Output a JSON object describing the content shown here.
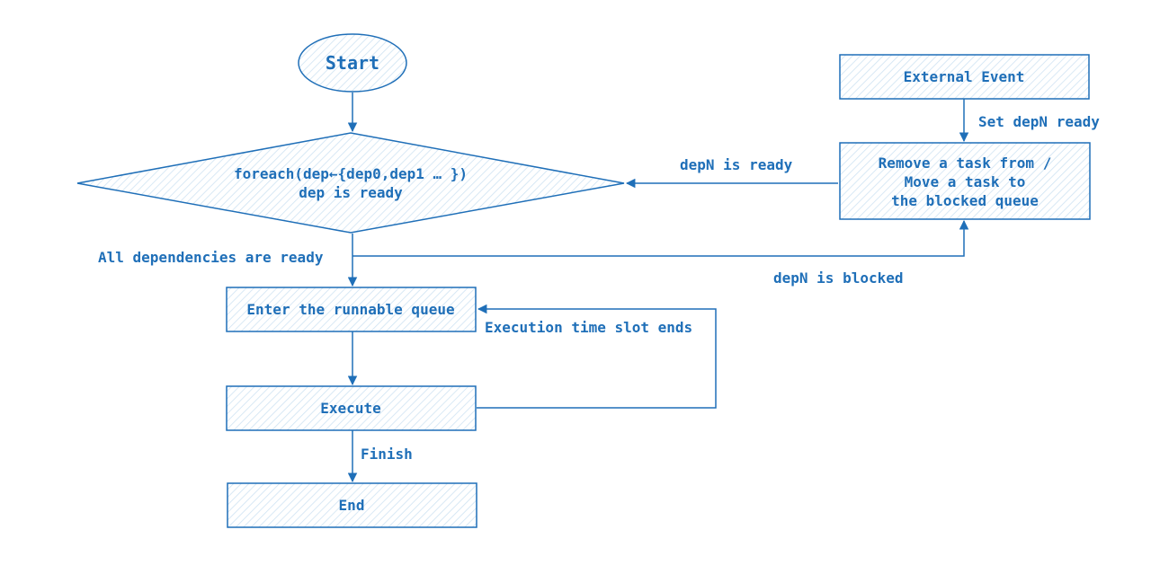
{
  "colors": {
    "accent": "#1f6fb8",
    "hatch": "#cfe3f3"
  },
  "nodes": {
    "start": "Start",
    "decision": {
      "line1": "foreach(dep←{dep0,dep1 … })",
      "line2": "dep is ready"
    },
    "runnable": "Enter the runnable queue",
    "execute": "Execute",
    "end": "End",
    "external": "External Event",
    "blocked_task": {
      "line1": "Remove a task from /",
      "line2": "Move a task to",
      "line3": "the blocked queue"
    }
  },
  "edges": {
    "all_ready": "All dependencies are ready",
    "depn_ready": "depN is ready",
    "depn_blocked": "depN is blocked",
    "set_ready": "Set depN ready",
    "slot_ends": "Execution time slot ends",
    "finish": "Finish"
  }
}
